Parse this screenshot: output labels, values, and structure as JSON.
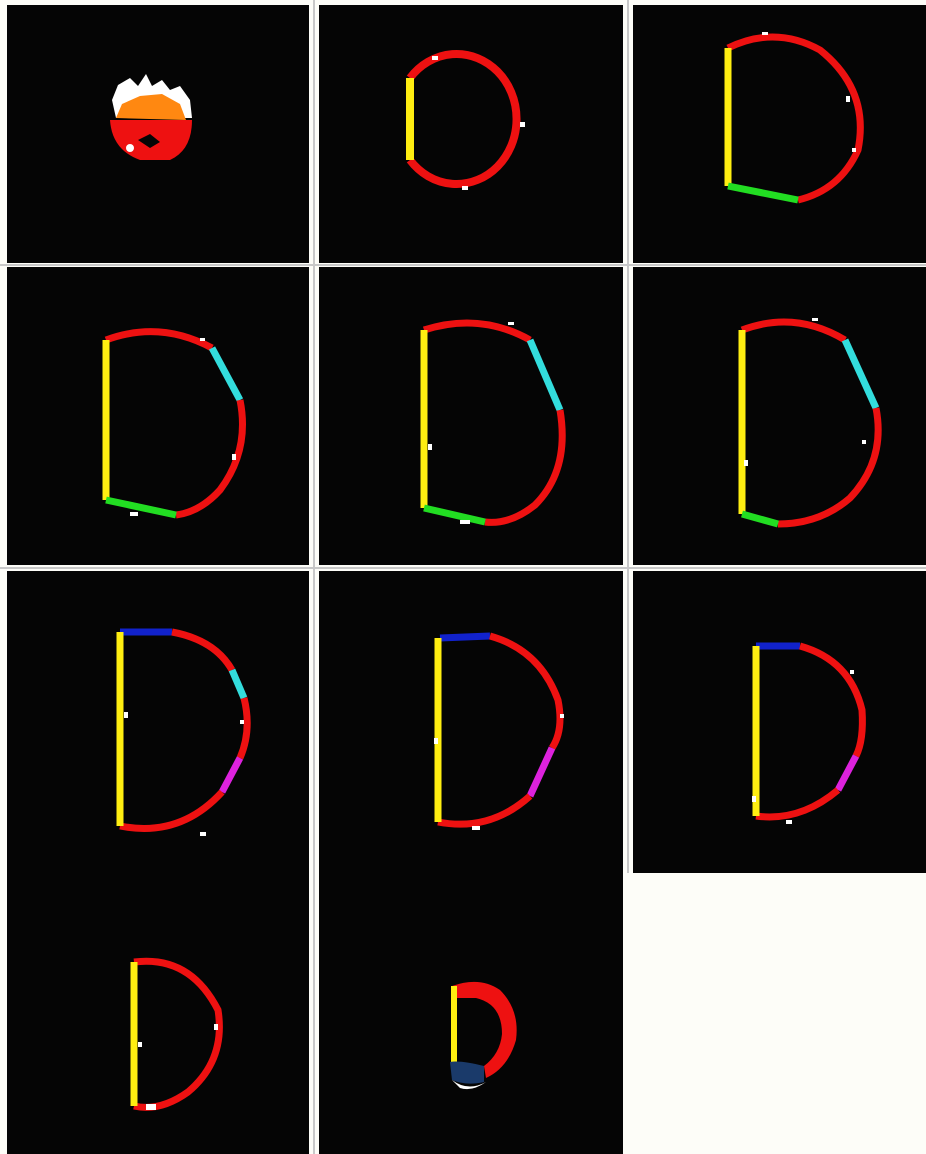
{
  "figure": {
    "panel_count": 11,
    "colors": {
      "background": "#050505",
      "outline": "#ee1111",
      "straight_edge": "#ffee11",
      "lower_edge": "#22dd22",
      "upper_right_edge": "#33dddd",
      "lower_right_edge": "#dd22dd",
      "top_edge": "#1122cc",
      "fill_orange": "#ff8811",
      "fill_navy": "#1a3a6a",
      "speckle": "#ffffff",
      "empty_cell": "#fdfdf8",
      "grid_line": "#c8c8c8"
    },
    "panels": [
      {
        "name": "panel-1",
        "shape": "blob"
      },
      {
        "name": "panel-2",
        "shape": "circle"
      },
      {
        "name": "panel-3",
        "shape": "d"
      },
      {
        "name": "panel-4",
        "shape": "d"
      },
      {
        "name": "panel-5",
        "shape": "d"
      },
      {
        "name": "panel-6",
        "shape": "d"
      },
      {
        "name": "panel-7",
        "shape": "d"
      },
      {
        "name": "panel-8",
        "shape": "d"
      },
      {
        "name": "panel-9",
        "shape": "d"
      },
      {
        "name": "panel-10",
        "shape": "d"
      },
      {
        "name": "panel-11",
        "shape": "small-d"
      }
    ]
  }
}
